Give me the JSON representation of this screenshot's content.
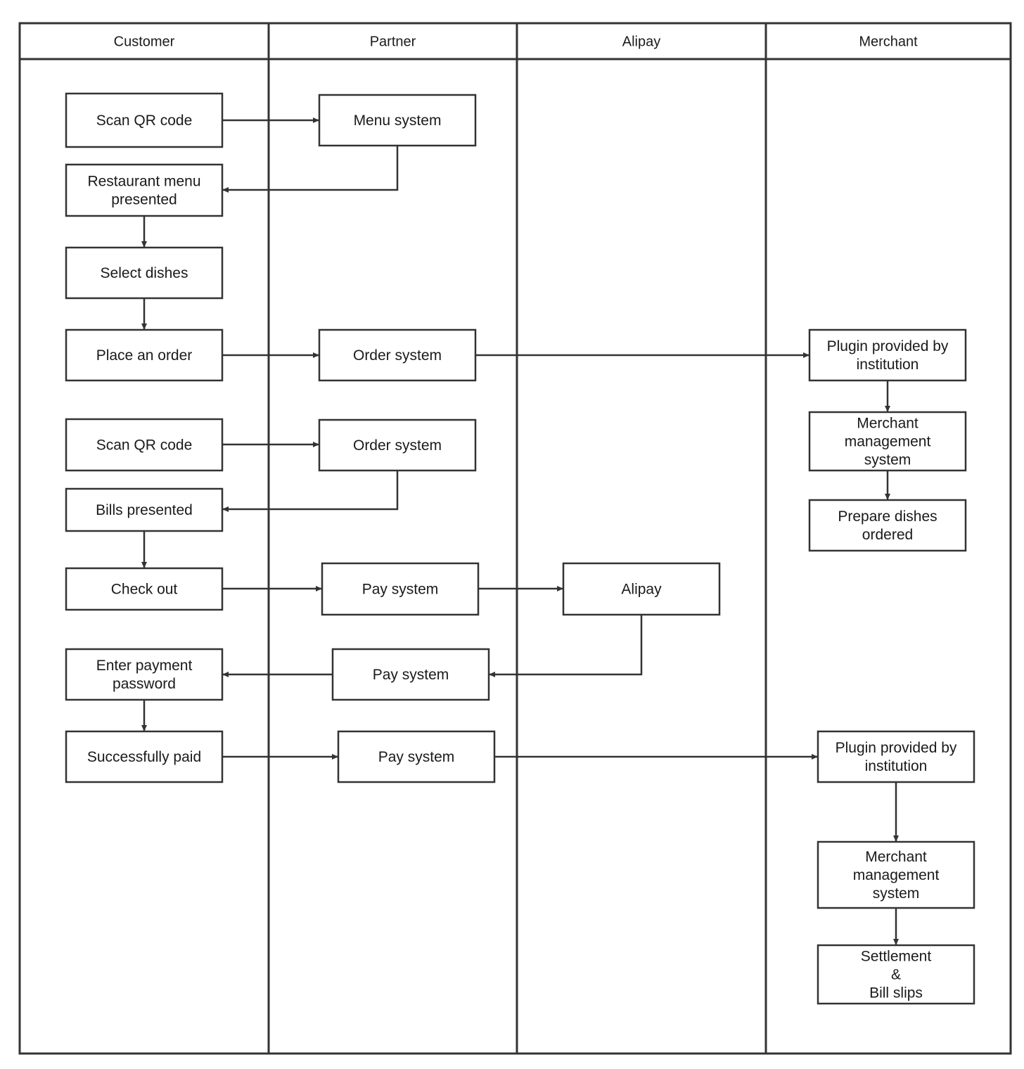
{
  "lanes": [
    {
      "id": "customer",
      "label": "Customer"
    },
    {
      "id": "partner",
      "label": "Partner"
    },
    {
      "id": "alipay",
      "label": "Alipay"
    },
    {
      "id": "merchant",
      "label": "Merchant"
    }
  ],
  "nodes": [
    {
      "id": "scan-qr-1",
      "lane": "customer",
      "lines": [
        "Scan QR code"
      ]
    },
    {
      "id": "menu-system",
      "lane": "partner",
      "lines": [
        "Menu system"
      ]
    },
    {
      "id": "restaurant-menu",
      "lane": "customer",
      "lines": [
        "Restaurant menu",
        "presented"
      ]
    },
    {
      "id": "select-dishes",
      "lane": "customer",
      "lines": [
        "Select dishes"
      ]
    },
    {
      "id": "place-order",
      "lane": "customer",
      "lines": [
        "Place an order"
      ]
    },
    {
      "id": "order-system-1",
      "lane": "partner",
      "lines": [
        "Order system"
      ]
    },
    {
      "id": "plugin-1",
      "lane": "merchant",
      "lines": [
        "Plugin provided by",
        "institution"
      ]
    },
    {
      "id": "merchant-mgmt-1",
      "lane": "merchant",
      "lines": [
        "Merchant",
        "management",
        "system"
      ]
    },
    {
      "id": "prepare-dishes",
      "lane": "merchant",
      "lines": [
        "Prepare dishes",
        "ordered"
      ]
    },
    {
      "id": "scan-qr-2",
      "lane": "customer",
      "lines": [
        "Scan QR code"
      ]
    },
    {
      "id": "order-system-2",
      "lane": "partner",
      "lines": [
        "Order system"
      ]
    },
    {
      "id": "bills-presented",
      "lane": "customer",
      "lines": [
        "Bills presented"
      ]
    },
    {
      "id": "check-out",
      "lane": "customer",
      "lines": [
        "Check out"
      ]
    },
    {
      "id": "pay-system-1",
      "lane": "partner",
      "lines": [
        "Pay system"
      ]
    },
    {
      "id": "alipay-node",
      "lane": "alipay",
      "lines": [
        "Alipay"
      ]
    },
    {
      "id": "enter-password",
      "lane": "customer",
      "lines": [
        "Enter payment",
        "password"
      ]
    },
    {
      "id": "pay-system-2",
      "lane": "partner",
      "lines": [
        "Pay system"
      ]
    },
    {
      "id": "successfully-paid",
      "lane": "customer",
      "lines": [
        "Successfully paid"
      ]
    },
    {
      "id": "pay-system-3",
      "lane": "partner",
      "lines": [
        "Pay system"
      ]
    },
    {
      "id": "plugin-2",
      "lane": "merchant",
      "lines": [
        "Plugin provided by",
        "institution"
      ]
    },
    {
      "id": "merchant-mgmt-2",
      "lane": "merchant",
      "lines": [
        "Merchant",
        "management",
        "system"
      ]
    },
    {
      "id": "settlement",
      "lane": "merchant",
      "lines": [
        "Settlement",
        "&",
        "Bill slips"
      ]
    }
  ],
  "edges": [
    {
      "from": "scan-qr-1",
      "to": "menu-system"
    },
    {
      "from": "menu-system",
      "to": "restaurant-menu"
    },
    {
      "from": "restaurant-menu",
      "to": "select-dishes"
    },
    {
      "from": "select-dishes",
      "to": "place-order"
    },
    {
      "from": "place-order",
      "to": "order-system-1"
    },
    {
      "from": "order-system-1",
      "to": "plugin-1"
    },
    {
      "from": "plugin-1",
      "to": "merchant-mgmt-1"
    },
    {
      "from": "merchant-mgmt-1",
      "to": "prepare-dishes"
    },
    {
      "from": "scan-qr-2",
      "to": "order-system-2"
    },
    {
      "from": "order-system-2",
      "to": "bills-presented"
    },
    {
      "from": "bills-presented",
      "to": "check-out"
    },
    {
      "from": "check-out",
      "to": "pay-system-1"
    },
    {
      "from": "pay-system-1",
      "to": "alipay-node"
    },
    {
      "from": "alipay-node",
      "to": "pay-system-2"
    },
    {
      "from": "pay-system-2",
      "to": "enter-password"
    },
    {
      "from": "enter-password",
      "to": "successfully-paid"
    },
    {
      "from": "successfully-paid",
      "to": "pay-system-3"
    },
    {
      "from": "pay-system-3",
      "to": "plugin-2"
    },
    {
      "from": "plugin-2",
      "to": "merchant-mgmt-2"
    },
    {
      "from": "merchant-mgmt-2",
      "to": "settlement"
    }
  ]
}
